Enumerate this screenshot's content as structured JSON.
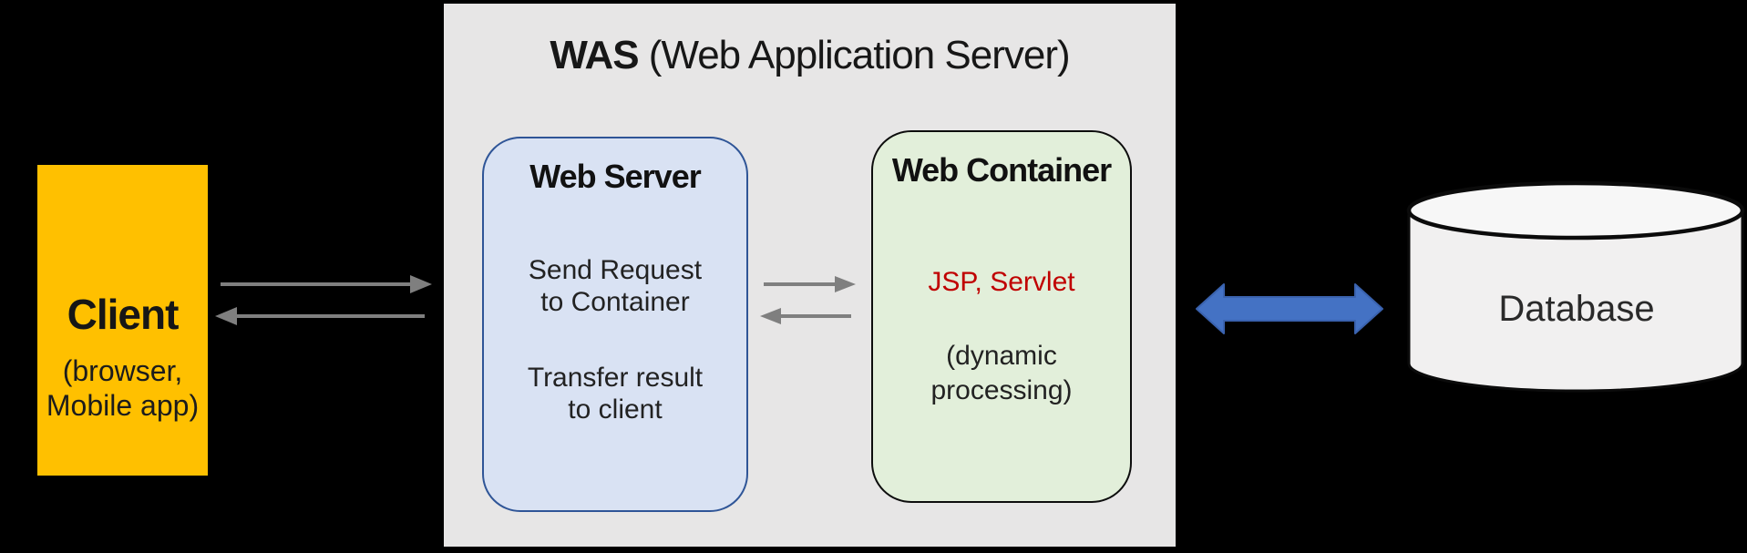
{
  "was": {
    "title_bold": "WAS",
    "title_rest": " (Web Application Server)"
  },
  "client": {
    "title": "Client",
    "subtitle_lines": [
      "(browser,",
      "Mobile app)"
    ]
  },
  "web_server": {
    "title": "Web Server",
    "messages": [
      {
        "line1": "Send Request",
        "line2": "to Container"
      },
      {
        "line1": "Transfer result",
        "line2": "to client"
      }
    ]
  },
  "web_container": {
    "title": "Web Container",
    "tech": "JSP, Servlet",
    "note_lines": [
      "(dynamic",
      "processing)"
    ]
  },
  "database": {
    "label": "Database"
  },
  "icons": {
    "request_arrows": "gray right/left arrows between client, web server and web container",
    "db_link_arrow": "blue double-headed arrow between WAS and database"
  },
  "colors": {
    "background": "#000000",
    "client_fill": "#FFC000",
    "was_fill": "#E7E6E6",
    "web_server_fill": "#D9E2F3",
    "web_server_border": "#2F5597",
    "web_container_fill": "#E2EFDA",
    "web_container_border": "#0D0D0D",
    "gray_arrow": "#7F7F7F",
    "blue_arrow_fill": "#4472C4",
    "blue_arrow_border": "#3A62AE",
    "tech_text": "#C00000",
    "database_fill": "#F1F0F0",
    "text": "#1F1F1F"
  }
}
